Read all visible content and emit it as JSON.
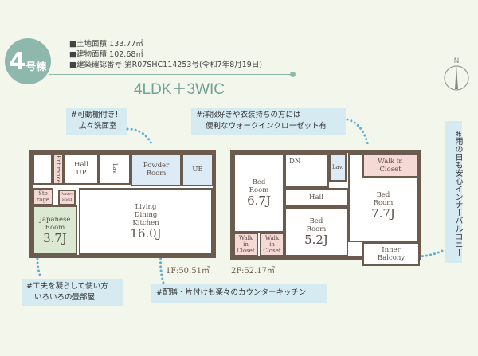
{
  "header": {
    "building_number": "4",
    "building_suffix": "号棟",
    "land_area": "■土地面積:133.77㎡",
    "building_area": "■建物面積:102.68㎡",
    "confirmation": "■建築確認番号:第R07SHC114253号(令和7年8月19日)",
    "layout_type": "4LDK＋3WIC"
  },
  "compass": {
    "label": "N"
  },
  "notes": {
    "washroom": [
      "#可動棚付き!",
      "広々洗面室"
    ],
    "closet": [
      "#洋服好きや衣装持ちの方には",
      "便利なウォークインクローゼット有"
    ],
    "balcony": "#雨の日も安心インナーバルコニー",
    "japanese": [
      "#工夫を凝らして使い方",
      "いろいろの畳部屋"
    ],
    "kitchen": "#配膳・片付けも楽々のカウンターキッチン"
  },
  "floor1": {
    "area": "1F:50.51㎡",
    "entrance": "Ent rance",
    "hall": "Hall",
    "up": "UP",
    "lav": "Lav.",
    "powder": [
      "Powder",
      "Room"
    ],
    "ub": "UB",
    "storage": [
      "Sto",
      "rage"
    ],
    "pantry": "Pantry",
    "shelf": "Shelf",
    "japanese": [
      "Japanese",
      "Room"
    ],
    "japanese_size": "3.7J",
    "ldk": [
      "Living",
      "Dining",
      "Kitchen"
    ],
    "ldk_size": "16.0J"
  },
  "floor2": {
    "area": "2F:52.17㎡",
    "bed1": [
      "Bed",
      "Room"
    ],
    "bed1_size": "6.7J",
    "dn": "DN",
    "lav": "Lav.",
    "hall": "Hall",
    "bed2": [
      "Bed",
      "Room"
    ],
    "bed2_size": "5.2J",
    "bed3": [
      "Bed",
      "Room"
    ],
    "bed3_size": "7.7J",
    "wic": [
      "Walk",
      "in",
      "Closet"
    ],
    "wic_main": [
      "Walk in",
      "Closet"
    ],
    "balcony": [
      "Inner",
      "Balcony"
    ]
  },
  "colors": {
    "accent": "#8fb8ad",
    "wall": "#6b5a4e",
    "note_bg": "#d6eaf2",
    "closet": "#f4d9d5",
    "wet": "#dcebf5",
    "tatami": "#dbe8d2",
    "dots": "#5bb0d8"
  }
}
